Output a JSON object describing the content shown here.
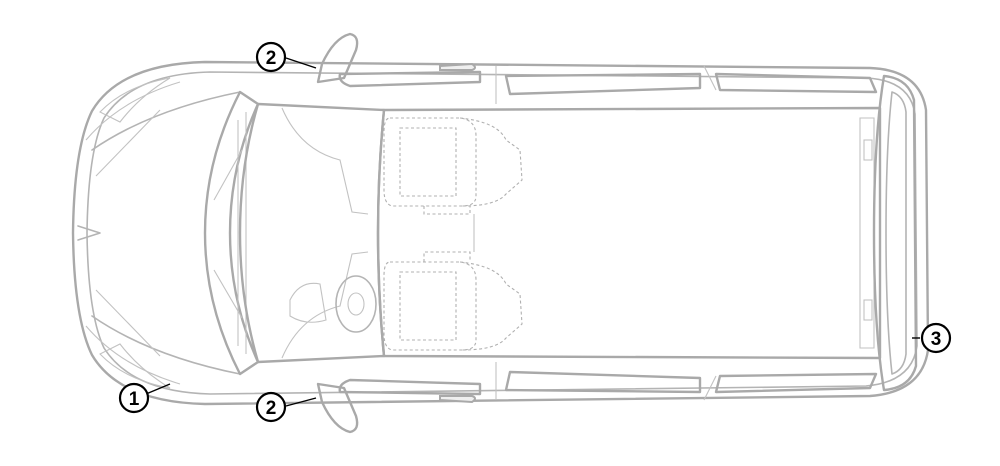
{
  "callouts": [
    {
      "id": "c1",
      "label": "1"
    },
    {
      "id": "c2a",
      "label": "2"
    },
    {
      "id": "c2b",
      "label": "2"
    },
    {
      "id": "c3",
      "label": "3"
    }
  ],
  "colors": {
    "outline": "#a9a9a9",
    "callout_stroke": "#000000",
    "background": "#ffffff"
  }
}
